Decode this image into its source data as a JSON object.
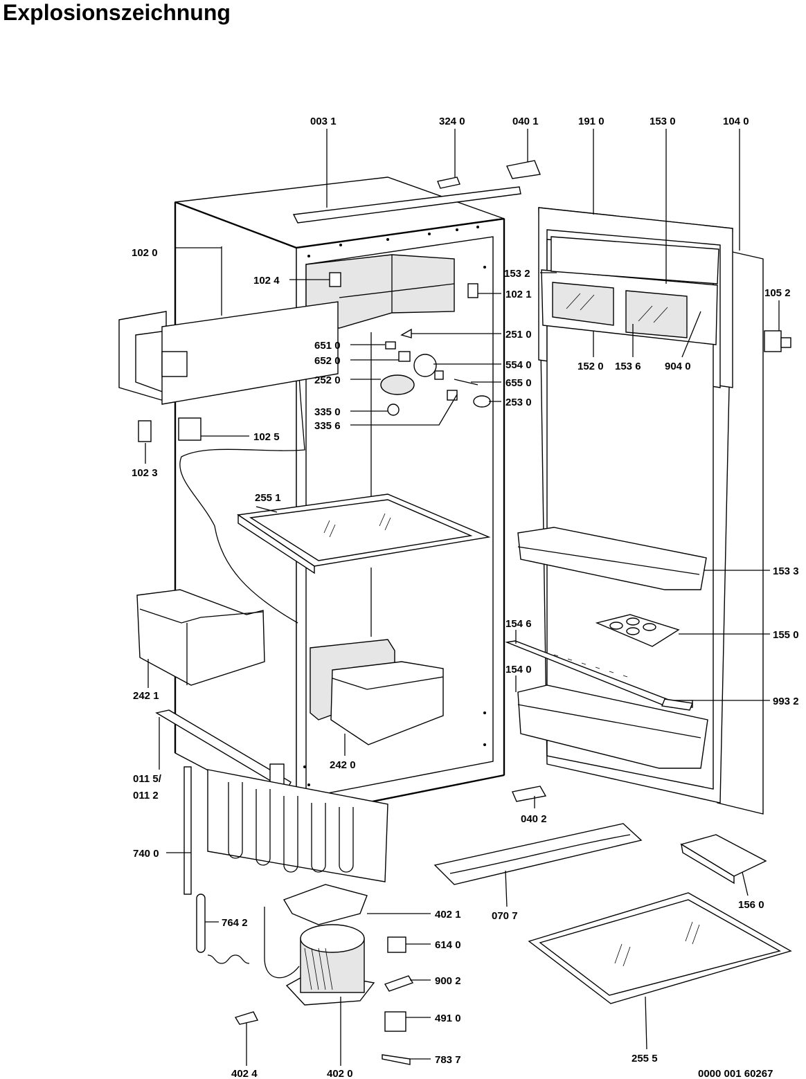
{
  "title": "Explosionszeichnung",
  "document_number": "0000 001 60267",
  "part_labels": [
    "003 1",
    "324 0",
    "040 1",
    "191 0",
    "153 0",
    "104 0",
    "102 0",
    "102 4",
    "102 1",
    "105 2",
    "153 2",
    "251 0",
    "651 0",
    "652 0",
    "554 0",
    "252 0",
    "655 0",
    "253 0",
    "335 0",
    "335 6",
    "152 0",
    "153 6",
    "904 0",
    "102 5",
    "102 3",
    "255 1",
    "153 3",
    "155 0",
    "154 6",
    "154 0",
    "993 2",
    "242 1",
    "242 0",
    "011 5/",
    "011 2",
    "040 2",
    "740 0",
    "070 7",
    "156 0",
    "764 2",
    "402 1",
    "614 0",
    "900 2",
    "491 0",
    "783 7",
    "255 5",
    "402 4",
    "402 0"
  ]
}
